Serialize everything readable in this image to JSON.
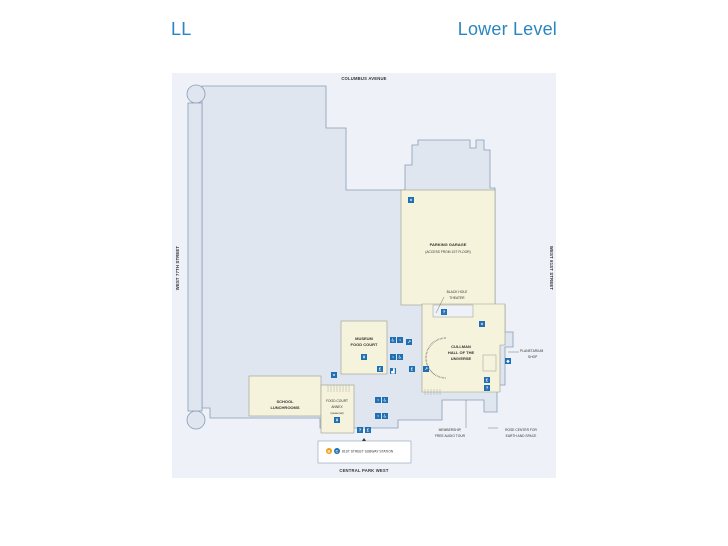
{
  "header": {
    "level_code": "LL",
    "level_name": "Lower Level"
  },
  "streets": {
    "north": "COLUMBUS AVENUE",
    "south": "CENTRAL PARK WEST",
    "west": "WEST 77TH STREET",
    "east": "WEST 81ST STREET"
  },
  "rooms": {
    "parking_garage": [
      "PARKING GARAGE",
      "(ACCESS FROM 1ST FLOOR)"
    ],
    "black_hole_theater": [
      "BLACK HOLE",
      "THEATER"
    ],
    "museum_food_court": [
      "MUSEUM",
      "FOOD COURT"
    ],
    "cullman_hall": [
      "CULLMAN",
      "HALL OF THE",
      "UNIVERSE"
    ],
    "planetarium_shop": [
      "PLANETARIUM",
      "SHOP"
    ],
    "school_lunchrooms": [
      "SCHOOL",
      "LUNCHROOMS"
    ],
    "food_court_annex": [
      "FOOD COURT",
      "ANNEX",
      "(seasonal)"
    ],
    "membership": [
      "MEMBERSHIP,",
      "FREE AUDIO TOUR"
    ],
    "rose_center": [
      "ROSE CENTER FOR",
      "EARTH AND SPACE"
    ],
    "subway": "81ST STREET SUBWAY STATION"
  },
  "subway_lines": [
    "B",
    "C"
  ],
  "colors": {
    "building_fill": "#dfe6f0",
    "building_stroke": "#8a9bb5",
    "room_fill": "#f6f3dc",
    "room_stroke": "#9a9a8a",
    "icon_blue": "#1f6fb2",
    "header_blue": "#2a86c0",
    "subway_orange": "#f39c12",
    "subway_blue": "#1f6fb2"
  },
  "icons": [
    "elevator-icon",
    "information-icon",
    "accessible-icon",
    "restroom-icon",
    "escalator-icon",
    "stairs-icon",
    "telephone-icon",
    "food-icon",
    "shop-icon"
  ]
}
